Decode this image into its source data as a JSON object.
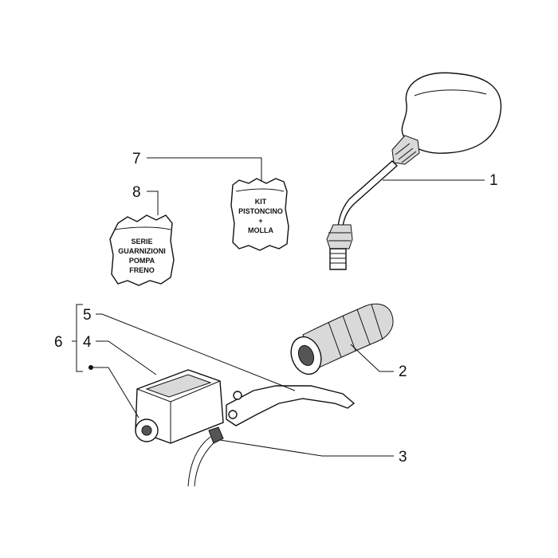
{
  "callouts": {
    "c1": "1",
    "c2": "2",
    "c3": "3",
    "c4": "4",
    "c5": "5",
    "c6": "6",
    "c7": "7",
    "c8": "8"
  },
  "bag_kit": {
    "line1": "KIT",
    "line2": "PISTONCINO",
    "line3": "+",
    "line4": "MOLLA"
  },
  "bag_seals": {
    "line1": "SERIE",
    "line2": "GUARNIZIONI",
    "line3": "POMPA",
    "line4": "FRENO"
  }
}
